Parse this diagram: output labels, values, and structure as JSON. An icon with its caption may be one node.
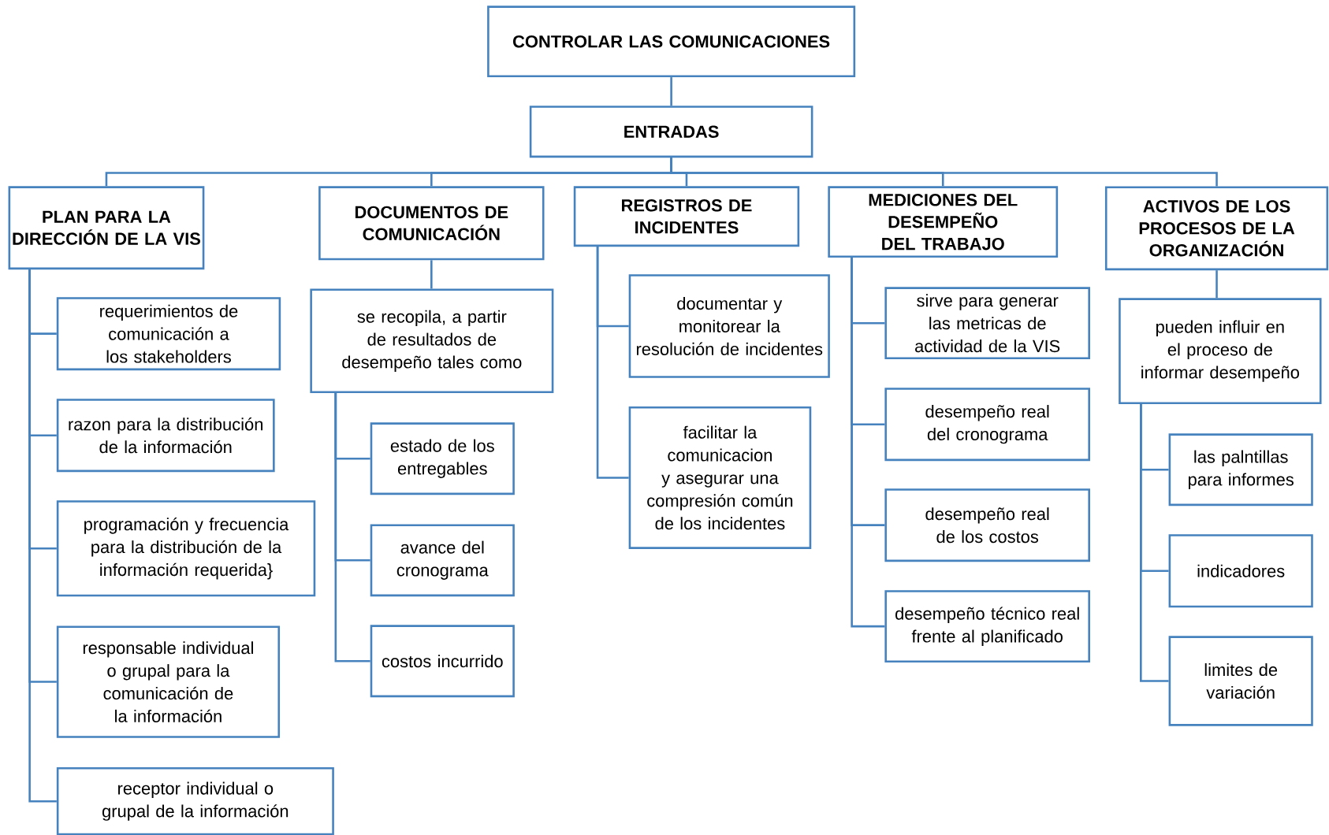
{
  "diagram": {
    "nodes": [
      {
        "text": [
          "CONTROLAR LAS COMUNICACIONES"
        ]
      },
      {
        "text": [
          "ENTRADAS"
        ]
      },
      {
        "text": [
          "PLAN PARA LA DIRECCIÓN DE LA VIS"
        ]
      },
      {
        "text": [
          "DOCUMENTOS DE COMUNICACIÓN"
        ]
      },
      {
        "text": [
          "REGISTROS DE INCIDENTES"
        ]
      },
      {
        "text": [
          "MEDICIONES DEL DESEMPEÑO DEL TRABAJO"
        ]
      },
      {
        "text": [
          "ACTIVOS DE LOS PROCESOS DE LA ORGANIZACIÓN"
        ]
      },
      {
        "text": [
          "requerimientos de comunicación a los stakeholders"
        ]
      },
      {
        "text": [
          "razon para la distribución de la información"
        ]
      },
      {
        "text": [
          "programación y frecuencia para la distribución de la información requerida}"
        ]
      },
      {
        "text": [
          "responsable individual o grupal para la comunicación de la información"
        ]
      },
      {
        "text": [
          "receptor individual o grupal de la información"
        ]
      },
      {
        "text": [
          "se recopila, a partir de resultados de desempeño tales como"
        ]
      },
      {
        "text": [
          "estado de los entregables"
        ]
      },
      {
        "text": [
          "avance del cronograma"
        ]
      },
      {
        "text": [
          "costos incurrido"
        ]
      },
      {
        "text": [
          "documentar y monitorear la resolución de incidentes"
        ]
      },
      {
        "text": [
          "facilitar la comunicacion y asegurar una compresión común de los incidentes"
        ]
      },
      {
        "text": [
          "sirve para generar las metricas de actividad de la VIS"
        ]
      },
      {
        "text": [
          "desempeño real del cronograma"
        ]
      },
      {
        "text": [
          "desempeño real de los costos"
        ]
      },
      {
        "text": [
          "desempeño técnico real frente al planificado"
        ]
      },
      {
        "text": [
          "pueden influir en el proceso de informar desempeño"
        ]
      },
      {
        "text": [
          "las palntillas para informes"
        ]
      },
      {
        "text": [
          "indicadores"
        ]
      },
      {
        "text": [
          "limites de variación"
        ]
      }
    ],
    "edges": [
      {
        "from": 0,
        "to": 1,
        "arrow": "none"
      },
      {
        "from": 1,
        "to": 2,
        "arrow": "none"
      },
      {
        "from": 1,
        "to": 3,
        "arrow": "none"
      },
      {
        "from": 1,
        "to": 4,
        "arrow": "none"
      },
      {
        "from": 1,
        "to": 5,
        "arrow": "none"
      },
      {
        "from": 1,
        "to": 6,
        "arrow": "none"
      },
      {
        "from": 2,
        "to": 7,
        "arrow": "none"
      },
      {
        "from": 2,
        "to": 8,
        "arrow": "none"
      },
      {
        "from": 2,
        "to": 9,
        "arrow": "none"
      },
      {
        "from": 2,
        "to": 10,
        "arrow": "none"
      },
      {
        "from": 2,
        "to": 11,
        "arrow": "none"
      },
      {
        "from": 3,
        "to": 12,
        "arrow": "none"
      },
      {
        "from": 12,
        "to": 13,
        "arrow": "none"
      },
      {
        "from": 12,
        "to": 14,
        "arrow": "none"
      },
      {
        "from": 12,
        "to": 15,
        "arrow": "none"
      },
      {
        "from": 4,
        "to": 16,
        "arrow": "none"
      },
      {
        "from": 4,
        "to": 17,
        "arrow": "none"
      },
      {
        "from": 5,
        "to": 18,
        "arrow": "none"
      },
      {
        "from": 5,
        "to": 19,
        "arrow": "none"
      },
      {
        "from": 5,
        "to": 20,
        "arrow": "none"
      },
      {
        "from": 5,
        "to": 21,
        "arrow": "none"
      },
      {
        "from": 6,
        "to": 22,
        "arrow": "none"
      },
      {
        "from": 22,
        "to": 23,
        "arrow": "none"
      },
      {
        "from": 22,
        "to": 24,
        "arrow": "none"
      },
      {
        "from": 22,
        "to": 25,
        "arrow": "none"
      }
    ]
  }
}
